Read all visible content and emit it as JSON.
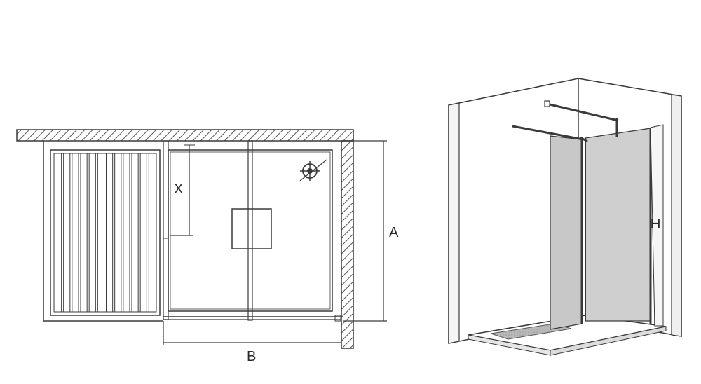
{
  "plan_view": {
    "labels": {
      "depth": "A",
      "width": "B",
      "offset": "X"
    }
  },
  "perspective_view": {
    "labels": {
      "height": "H"
    }
  },
  "colors": {
    "line": "#3a3a3a",
    "glass": "#c8c8c8",
    "hatch": "#555555",
    "background": "#ffffff"
  }
}
